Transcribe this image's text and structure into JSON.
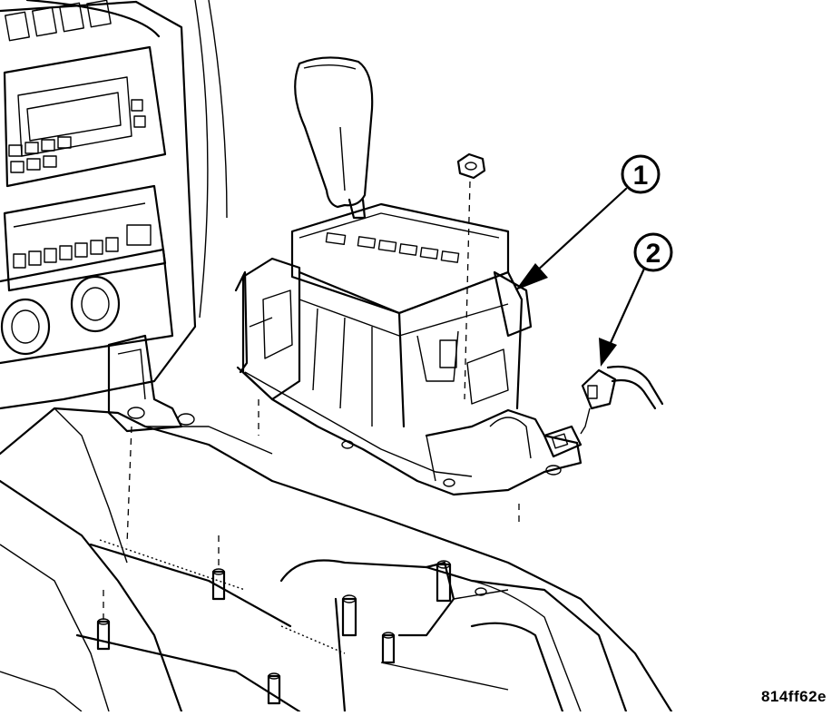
{
  "callouts": [
    {
      "label": "1"
    },
    {
      "label": "2"
    }
  ],
  "figure_id": "814ff62e",
  "colors": {
    "line": "#000000",
    "background": "#ffffff",
    "shade": "#e6e6e6"
  }
}
